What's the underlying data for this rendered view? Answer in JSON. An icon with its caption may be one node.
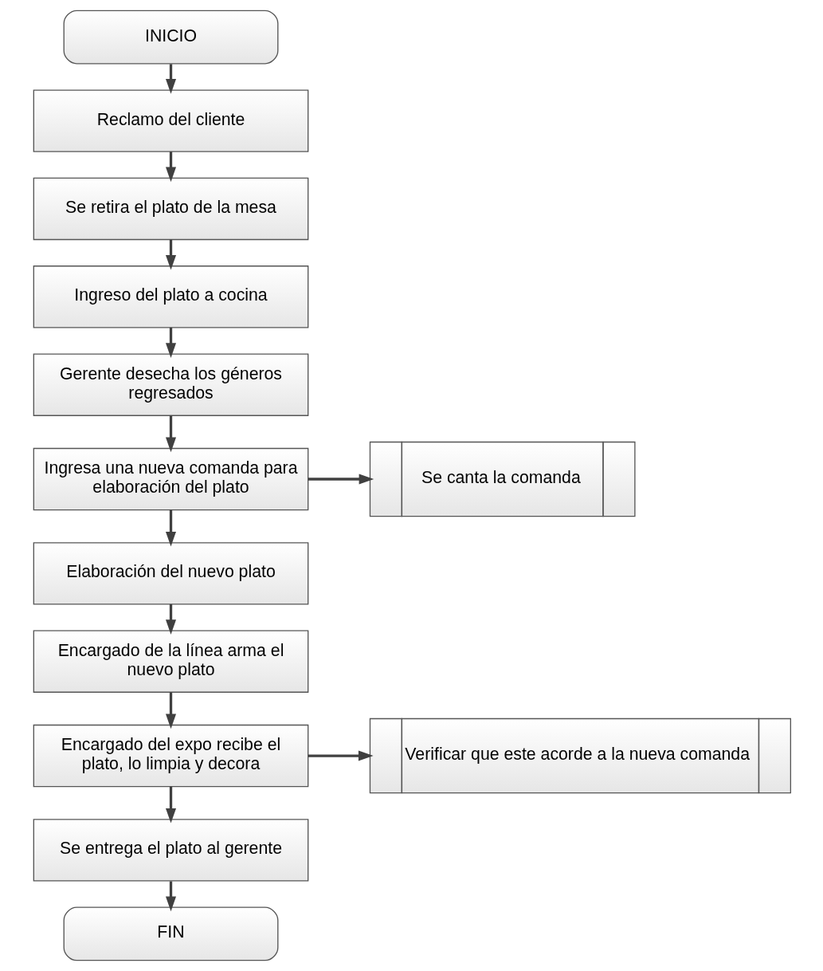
{
  "diagram": {
    "nodes": [
      {
        "text": [
          "INICIO"
        ]
      },
      {
        "text": [
          "Reclamo del cliente"
        ]
      },
      {
        "text": [
          "Se retira el plato de la mesa"
        ]
      },
      {
        "text": [
          "Ingreso del plato a cocina"
        ]
      },
      {
        "text": [
          "Gerente desecha los géneros regresados"
        ]
      },
      {
        "text": [
          "Ingresa una nueva comanda para elaboración del plato"
        ]
      },
      {
        "text": [
          "Se canta la comanda"
        ]
      },
      {
        "text": [
          "Elaboración del nuevo plato"
        ]
      },
      {
        "text": [
          "Encargado de la línea arma el nuevo plato"
        ]
      },
      {
        "text": [
          "Encargado del expo recibe el plato, lo limpia y decora"
        ]
      },
      {
        "text": [
          "Verificar que este acorde a la nueva comanda"
        ]
      },
      {
        "text": [
          "Se entrega el plato al gerente"
        ]
      },
      {
        "text": [
          "FIN"
        ]
      }
    ],
    "edges": [
      {
        "from": 0,
        "to": 1,
        "arrow": "to"
      },
      {
        "from": 1,
        "to": 2,
        "arrow": "to"
      },
      {
        "from": 2,
        "to": 3,
        "arrow": "to"
      },
      {
        "from": 3,
        "to": 4,
        "arrow": "to"
      },
      {
        "from": 4,
        "to": 5,
        "arrow": "to"
      },
      {
        "from": 5,
        "to": 6,
        "arrow": "to"
      },
      {
        "from": 5,
        "to": 7,
        "arrow": "to"
      },
      {
        "from": 7,
        "to": 8,
        "arrow": "to"
      },
      {
        "from": 8,
        "to": 9,
        "arrow": "to"
      },
      {
        "from": 9,
        "to": 10,
        "arrow": "to"
      },
      {
        "from": 9,
        "to": 11,
        "arrow": "to"
      },
      {
        "from": 11,
        "to": 12,
        "arrow": "to"
      }
    ]
  }
}
